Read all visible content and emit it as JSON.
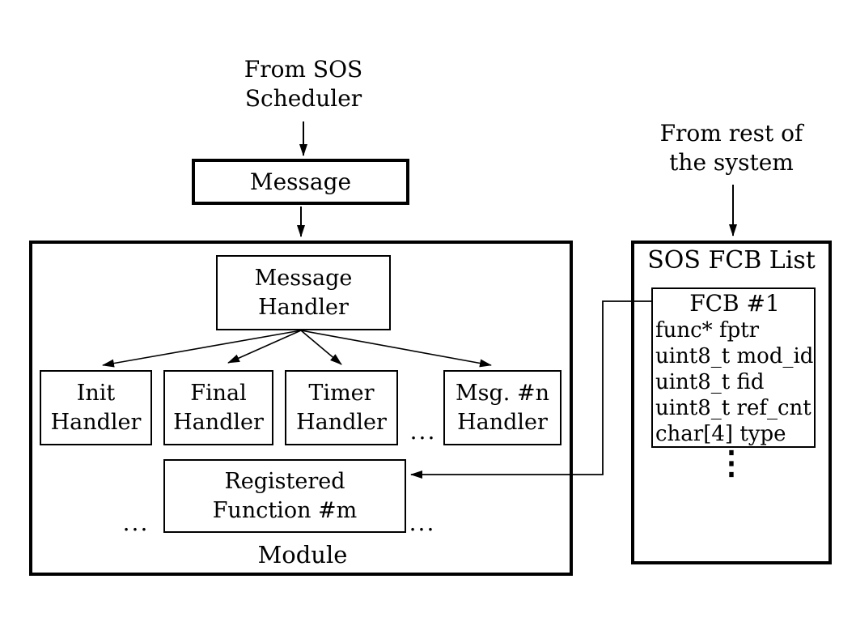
{
  "colors": {
    "ink": "#000000",
    "background": "#ffffff"
  },
  "scheduler": {
    "caption": "From SOS\nScheduler"
  },
  "message_box": {
    "label": "Message"
  },
  "module": {
    "title": "Module",
    "message_handler": {
      "label": "Message\nHandler"
    },
    "handlers": [
      {
        "label": "Init\nHandler"
      },
      {
        "label": "Final\nHandler"
      },
      {
        "label": "Timer\nHandler"
      },
      {
        "label": "Msg. #n\nHandler"
      }
    ],
    "handlers_ellipsis": "...",
    "registered_function": {
      "label": "Registered\nFunction #m"
    },
    "registered_ellipsis_left": "...",
    "registered_ellipsis_right": "..."
  },
  "system": {
    "caption": "From rest of\nthe system"
  },
  "fcb_list": {
    "title": "SOS FCB List",
    "fcb": {
      "title": "FCB #1",
      "fields": [
        "func* fptr",
        "uint8_t mod_id",
        "uint8_t fid",
        "uint8_t ref_cnt",
        "char[4] type"
      ]
    },
    "more_indicator": "⋮"
  }
}
